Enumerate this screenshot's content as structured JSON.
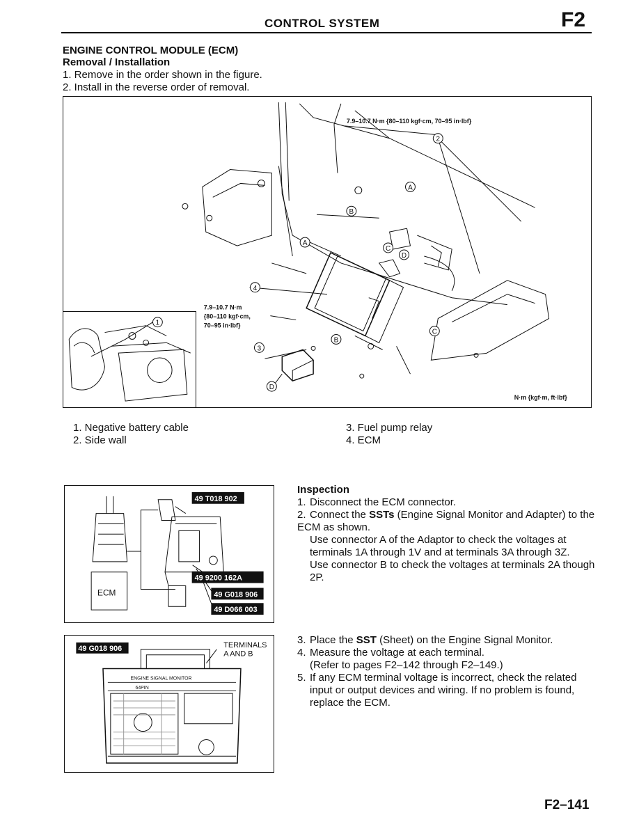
{
  "header": {
    "title": "CONTROL SYSTEM",
    "code": "F2"
  },
  "section": {
    "title": "ENGINE CONTROL MODULE (ECM)",
    "subtitle": "Removal / Installation",
    "steps": [
      "1. Remove in the order shown in the figure.",
      "2. Install in the reverse order of removal."
    ]
  },
  "figure_main": {
    "torque_top": "7.9–10.7 N·m {80–110 kgf·cm, 70–95 in·lbf}",
    "torque_left_1": "7.9–10.7 N·m",
    "torque_left_2": "{80–110 kgf·cm,",
    "torque_left_3": "70–95 in·lbf}",
    "unit_note": "N·m {kgf·m, ft·lbf}",
    "callouts": [
      "1",
      "2",
      "3",
      "4"
    ],
    "connectors": [
      "A",
      "B",
      "C",
      "D"
    ]
  },
  "legend": [
    "1. Negative battery cable",
    "2. Side wall",
    "3. Fuel pump relay",
    "4. ECM"
  ],
  "figure_sst": {
    "labels": [
      "49 T018 902",
      "49 9200 162A",
      "49 G018 906",
      "49 D066 003"
    ],
    "ecm": "ECM"
  },
  "figure_sheet": {
    "tag": "49 G018 906",
    "terminals_1": "TERMINALS",
    "terminals_2": "A AND B",
    "monitor": "ENGINE SIGNAL MONITOR",
    "pins": "64PIN"
  },
  "inspection": {
    "title": "Inspection",
    "step1": "Disconnect the ECM connector.",
    "step2_pre": "Connect the ",
    "step2_bold": "SSTs",
    "step2_post": " (Engine Signal Monitor and Adapter) to the ECM as shown.",
    "step2_a": "Use connector A of the Adaptor to check the voltages at terminals 1A through 1V and at terminals 3A through 3Z.",
    "step2_b": "Use connector B to check the voltages at terminals 2A though 2P.",
    "step3_pre": "Place the ",
    "step3_bold": "SST",
    "step3_post": " (Sheet) on the Engine Signal Monitor.",
    "step4": "Measure the voltage at each terminal.",
    "step4_ref": "(Refer to pages F2–142 through F2–149.)",
    "step5": "If any ECM terminal voltage is incorrect, check the related input or output devices and wiring. If no problem is found, replace the ECM."
  },
  "footer": {
    "page": "F2–141"
  }
}
